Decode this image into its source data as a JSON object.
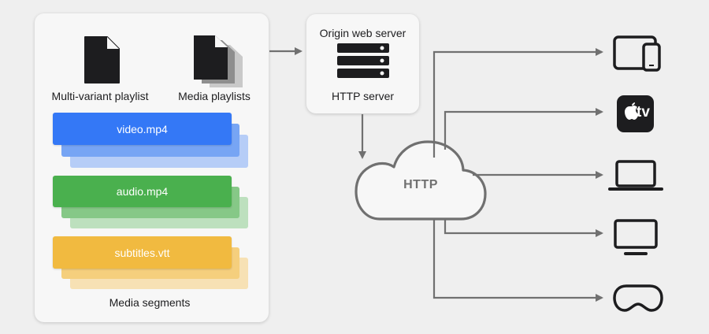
{
  "packager": {
    "multivariant_label": "Multi-variant playlist",
    "media_playlists_label": "Media playlists",
    "segments": {
      "video": "video.mp4",
      "audio": "audio.mp4",
      "subtitles": "subtitles.vtt"
    },
    "segments_caption": "Media segments"
  },
  "origin": {
    "title": "Origin web server",
    "subtitle": "HTTP server"
  },
  "cloud": {
    "label": "HTTP"
  },
  "appletv_badge": {
    "text": "tv"
  },
  "colors": {
    "video": "#3478f6",
    "audio": "#4ab04e",
    "subtitles": "#f1ba40",
    "line": "#707070",
    "icon": "#1d1d1f"
  },
  "devices": [
    "tablet-and-phone-icon",
    "apple-tv-icon",
    "laptop-icon",
    "monitor-icon",
    "vision-headset-icon"
  ]
}
